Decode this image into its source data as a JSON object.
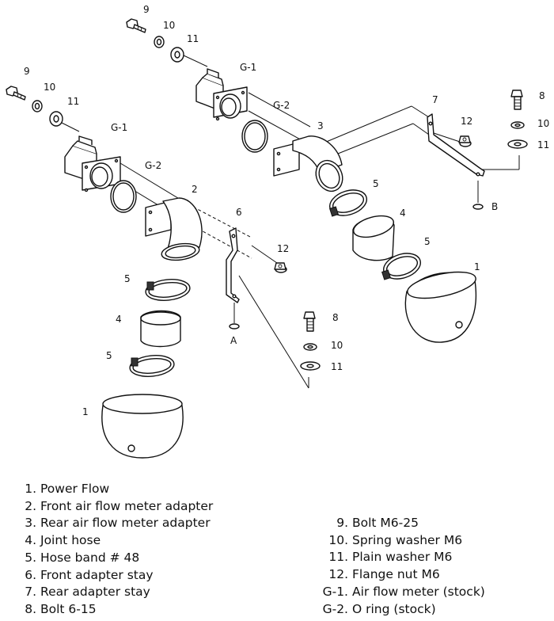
{
  "diagram": {
    "callouts": {
      "bolt_top": "9",
      "sw_top": "10",
      "pw_top": "11",
      "afm_rear": "G-1",
      "oring_rear": "G-2",
      "bolt_left": "9",
      "sw_left": "10",
      "pw_left": "11",
      "afm_front": "G-1",
      "oring_front": "G-2",
      "rear_adapter": "3",
      "front_adapter": "2",
      "rear_stay": "7",
      "nut_rear": "12",
      "bolt_right": "8",
      "sw_right": "10",
      "pw_right": "11",
      "point_b": "B",
      "front_stay": "6",
      "nut_front": "12",
      "point_a": "A",
      "band_rear_1": "5",
      "joint_rear": "4",
      "band_rear_2": "5",
      "filter_rear": "1",
      "band_front_1": "5",
      "joint_front": "4",
      "band_front_2": "5",
      "filter_front": "1",
      "bolt_mid": "8",
      "sw_mid": "10",
      "pw_mid": "11"
    }
  },
  "parts_list": {
    "left": [
      {
        "key": "1.",
        "name": "Power Flow"
      },
      {
        "key": "2.",
        "name": "Front air flow meter adapter"
      },
      {
        "key": "3.",
        "name": "Rear air flow meter adapter"
      },
      {
        "key": "4.",
        "name": "Joint hose"
      },
      {
        "key": "5.",
        "name": "Hose band # 48"
      },
      {
        "key": "6.",
        "name": "Front adapter stay"
      },
      {
        "key": "7.",
        "name": "Rear adapter stay"
      },
      {
        "key": "8.",
        "name": "Bolt 6-15"
      }
    ],
    "right": [
      {
        "key": "9.",
        "name": "Bolt M6-25"
      },
      {
        "key": "10.",
        "name": "Spring washer M6"
      },
      {
        "key": "11.",
        "name": "Plain washer M6"
      },
      {
        "key": "12.",
        "name": "Flange nut M6"
      },
      {
        "key": "G-1.",
        "name": "Air flow meter (stock)"
      },
      {
        "key": "G-2.",
        "name": "O ring (stock)"
      }
    ]
  }
}
